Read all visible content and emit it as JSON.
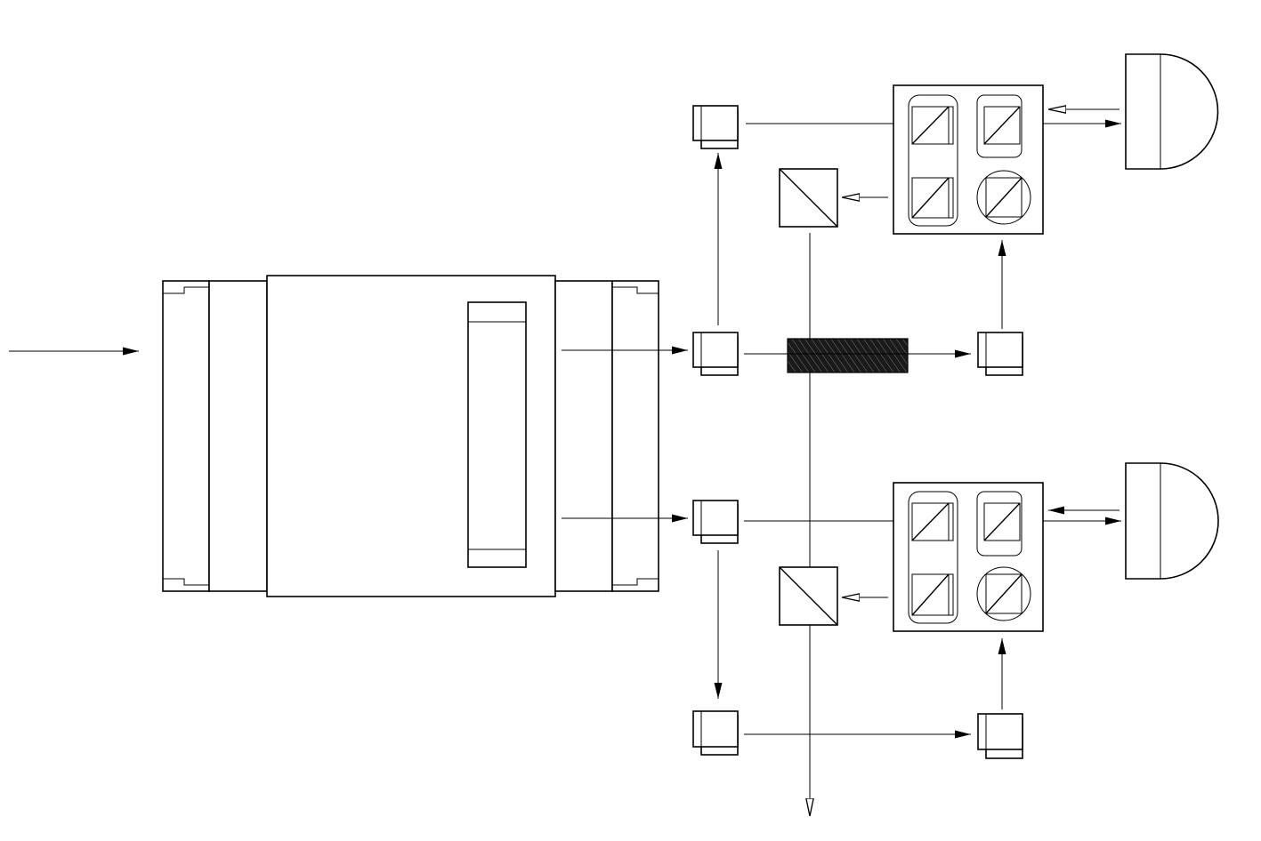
{
  "diagram": {
    "background": "#ffffff",
    "line_color": "#000000",
    "filter_fill": "#1a1a1a",
    "components": [
      "input-arrow",
      "main-device",
      "upper-small-block",
      "center-small-block",
      "lower-small-block",
      "right-small-block-center",
      "right-small-block-bottom",
      "upper-beamsplitter",
      "lower-beamsplitter",
      "upper-prism-assembly",
      "lower-prism-assembly",
      "upper-dome-detector",
      "lower-dome-detector",
      "hatched-filter",
      "vertical-output-line"
    ]
  }
}
